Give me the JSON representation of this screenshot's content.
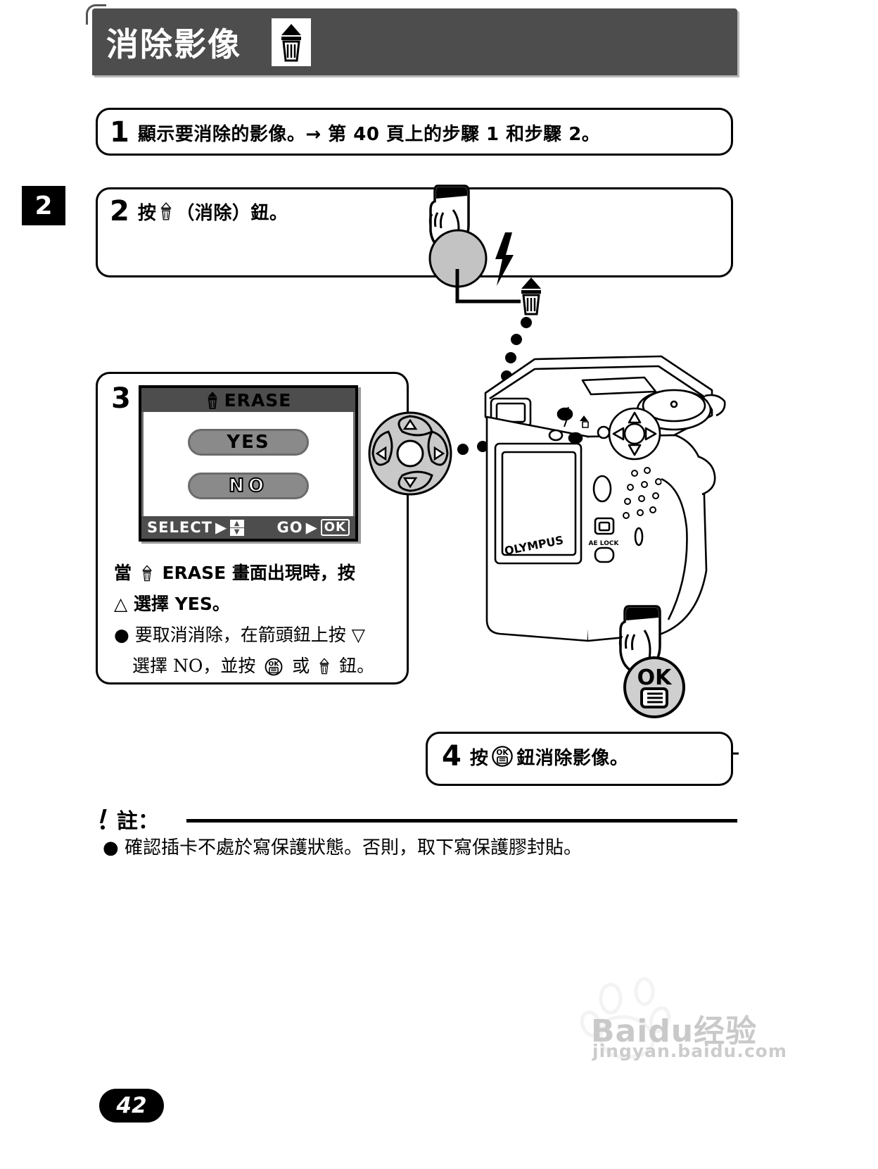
{
  "header": {
    "title": "消除影像",
    "trash_icon": "trash-can-icon"
  },
  "chapter_tab": "2",
  "steps": [
    {
      "number": "1",
      "text": "顯示要消除的影像。→ 第 40 頁上的步驟 1 和步驟 2。"
    },
    {
      "number": "2",
      "text_before": "按",
      "icon": "trash-can-icon",
      "text_after": "（消除）鈕。"
    },
    {
      "number": "3",
      "desc_line1_before": "當",
      "desc_line1_icon": "trash-can-icon",
      "desc_line1_after": "ERASE 畫面出現時，按",
      "desc_line2": "△ 選擇 YES。",
      "bullet_line1": "● 要取消消除，在箭頭鈕上按 ▽",
      "bullet_line2_before": "選擇 NO，並按",
      "bullet_line2_icon_ok": "ok-button-icon",
      "bullet_line2_mid": "或",
      "bullet_line2_icon_trash": "trash-can-icon",
      "bullet_line2_after": "鈕。"
    },
    {
      "number": "4",
      "text_before": "按",
      "icon": "ok-button-icon",
      "text_after": "鈕消除影像。"
    }
  ],
  "lcd": {
    "title": "ERASE",
    "title_icon": "trash-can-icon",
    "options": [
      "YES",
      "NO"
    ],
    "status_left_label": "SELECT",
    "status_left_arrow": "▶",
    "status_left_icon": "up-down-arrows-icon",
    "status_right_label": "GO",
    "status_right_arrow": "▶",
    "status_right_key": "OK"
  },
  "camera": {
    "brand": "OLYMPUS",
    "ae_lock_label": "AE LOCK",
    "flash_icon": "flash-icon",
    "trash_icon": "trash-can-icon",
    "ok_button_label": "OK",
    "menu_icon": "menu-list-icon"
  },
  "note": {
    "mark": "❕",
    "label": "註：",
    "body": "● 確認插卡不處於寫保護狀態。否則，取下寫保護膠封貼。"
  },
  "page_number": "42",
  "watermark": {
    "logo": "baidu-paw-icon",
    "text": "Baidu经验",
    "sub": "jingyan.baidu.com"
  }
}
